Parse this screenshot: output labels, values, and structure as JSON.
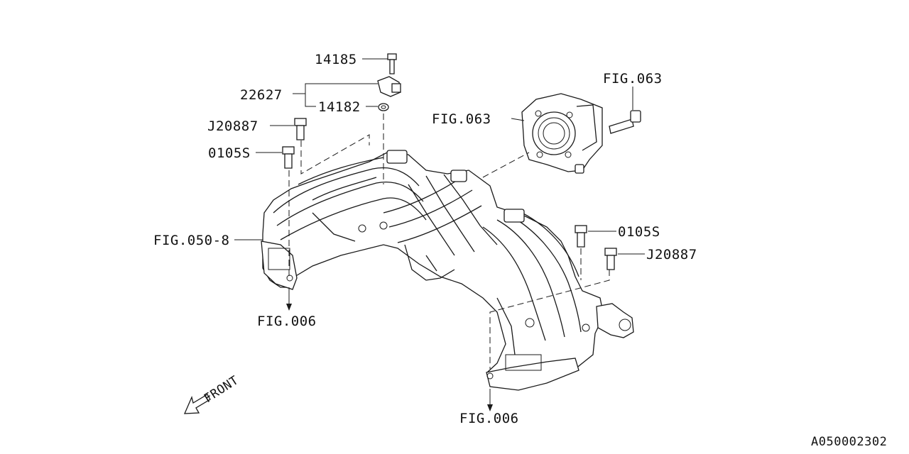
{
  "labels": {
    "p14185": "14185",
    "p22627": "22627",
    "p14182": "14182",
    "j20887_left": "J20887",
    "s0105_left": "0105S",
    "fig063_top": "FIG.063",
    "fig063_left": "FIG.063",
    "fig050_8": "FIG.050-8",
    "fig006_left": "FIG.006",
    "s0105_right": "0105S",
    "j20887_right": "J20887",
    "fig006_bottom": "FIG.006",
    "front": "FRONT",
    "diagram_id": "A050002302"
  },
  "colors": {
    "line": "#1a1a1a",
    "background": "#ffffff"
  }
}
